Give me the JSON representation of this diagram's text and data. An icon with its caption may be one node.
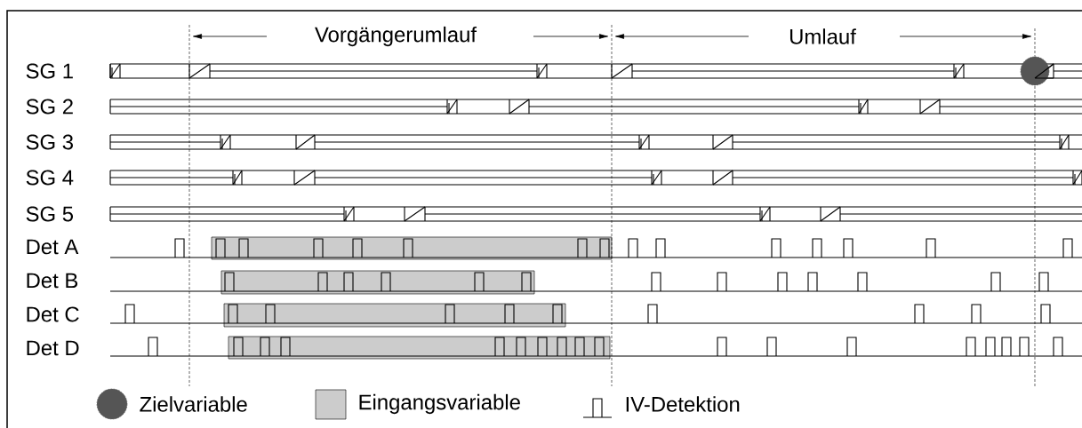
{
  "diagram": {
    "labels": [
      "Vorgängerumlauf",
      "Umlauf",
      "SG 1",
      "SG 2",
      "SG 3",
      "SG 4",
      "SG 5",
      "Det A",
      "Det B",
      "Det C",
      "Det D"
    ],
    "legend": [
      {
        "text": "Zielvariable",
        "color": "#555555"
      },
      {
        "text": "Eingangsvariable",
        "color": "#cccccc"
      },
      {
        "text": "IV-Detektion"
      }
    ]
  }
}
